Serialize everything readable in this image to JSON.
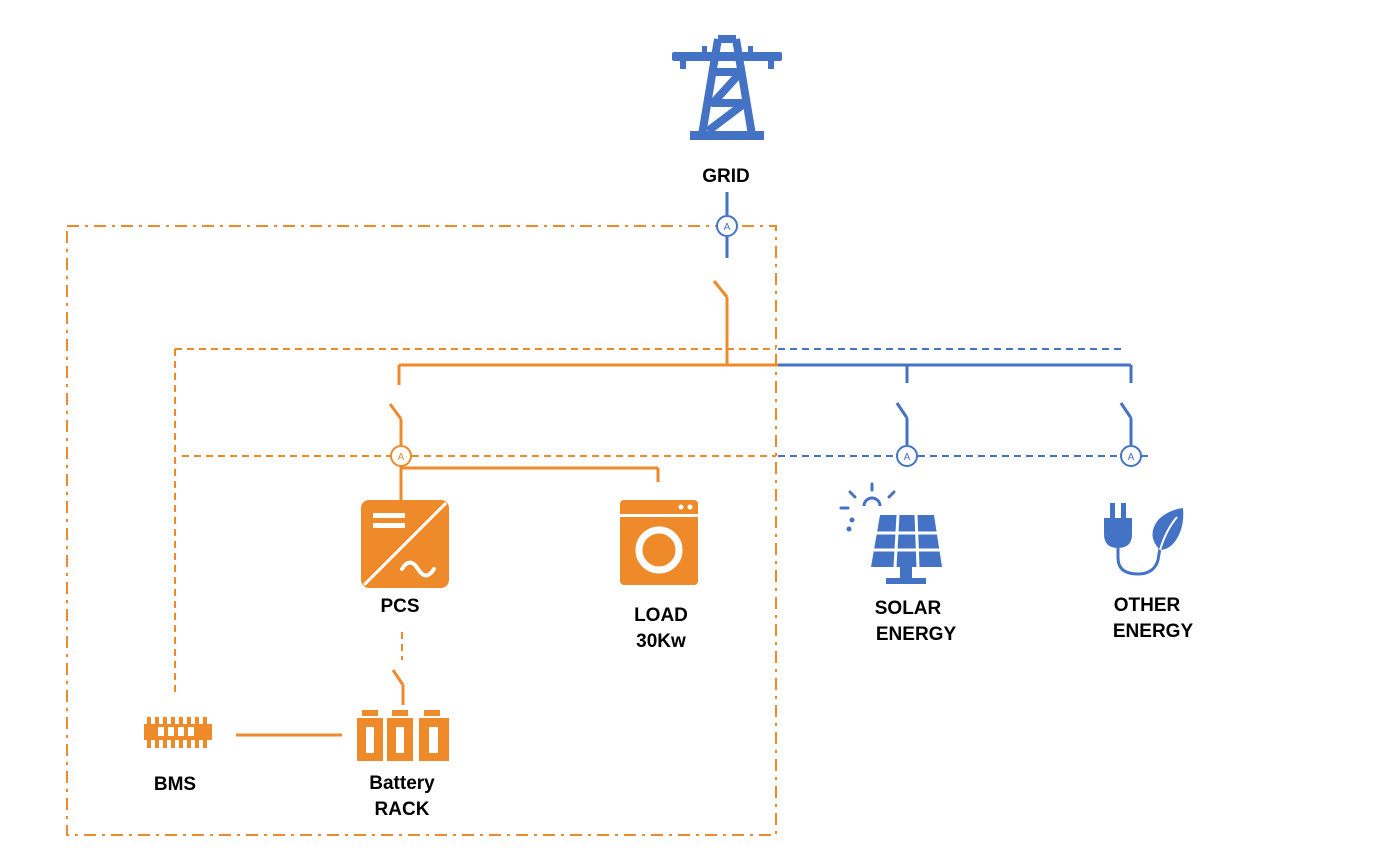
{
  "colors": {
    "orange": "#EE8A2A",
    "blue": "#4472C4",
    "text": "#000000",
    "background": "#FFFFFF"
  },
  "meter_symbol": "A",
  "nodes": {
    "grid": {
      "label": "GRID",
      "icon": "transmission-tower-icon"
    },
    "pcs": {
      "label": "PCS",
      "icon": "inverter-icon"
    },
    "load": {
      "line1": "LOAD",
      "line2": "30Kw",
      "icon": "washing-machine-icon"
    },
    "solar": {
      "line1": "SOLAR",
      "line2": "ENERGY",
      "icon": "solar-panel-icon"
    },
    "other": {
      "line1": "OTHER",
      "line2": "ENERGY",
      "icon": "plug-leaf-icon"
    },
    "bms": {
      "label": "BMS",
      "icon": "bms-module-icon"
    },
    "battery": {
      "line1": "Battery",
      "line2": "RACK",
      "icon": "battery-rack-icon"
    }
  }
}
